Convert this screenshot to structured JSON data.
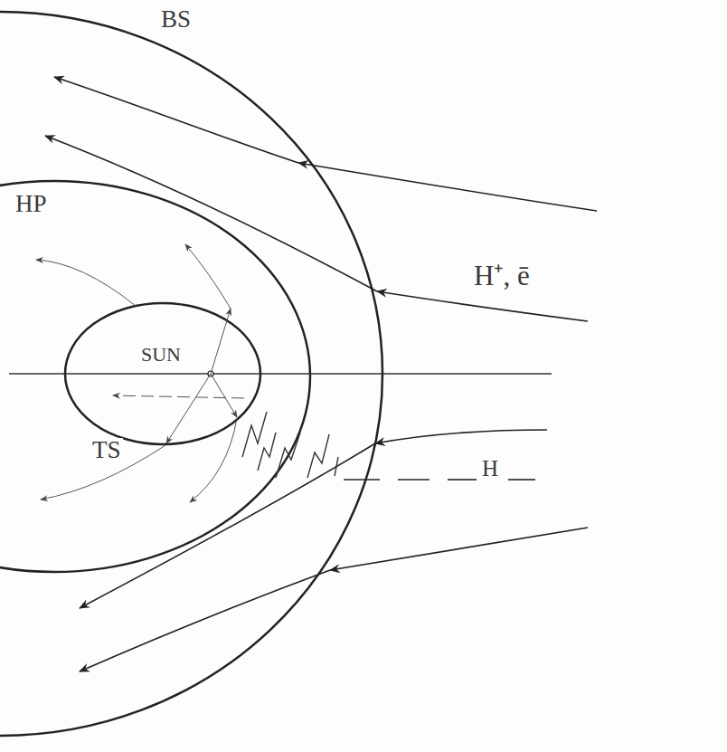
{
  "diagram": {
    "labels": [
      "BS",
      "HP",
      "SUN",
      "TS",
      "H⁺, ē",
      "H"
    ]
  }
}
